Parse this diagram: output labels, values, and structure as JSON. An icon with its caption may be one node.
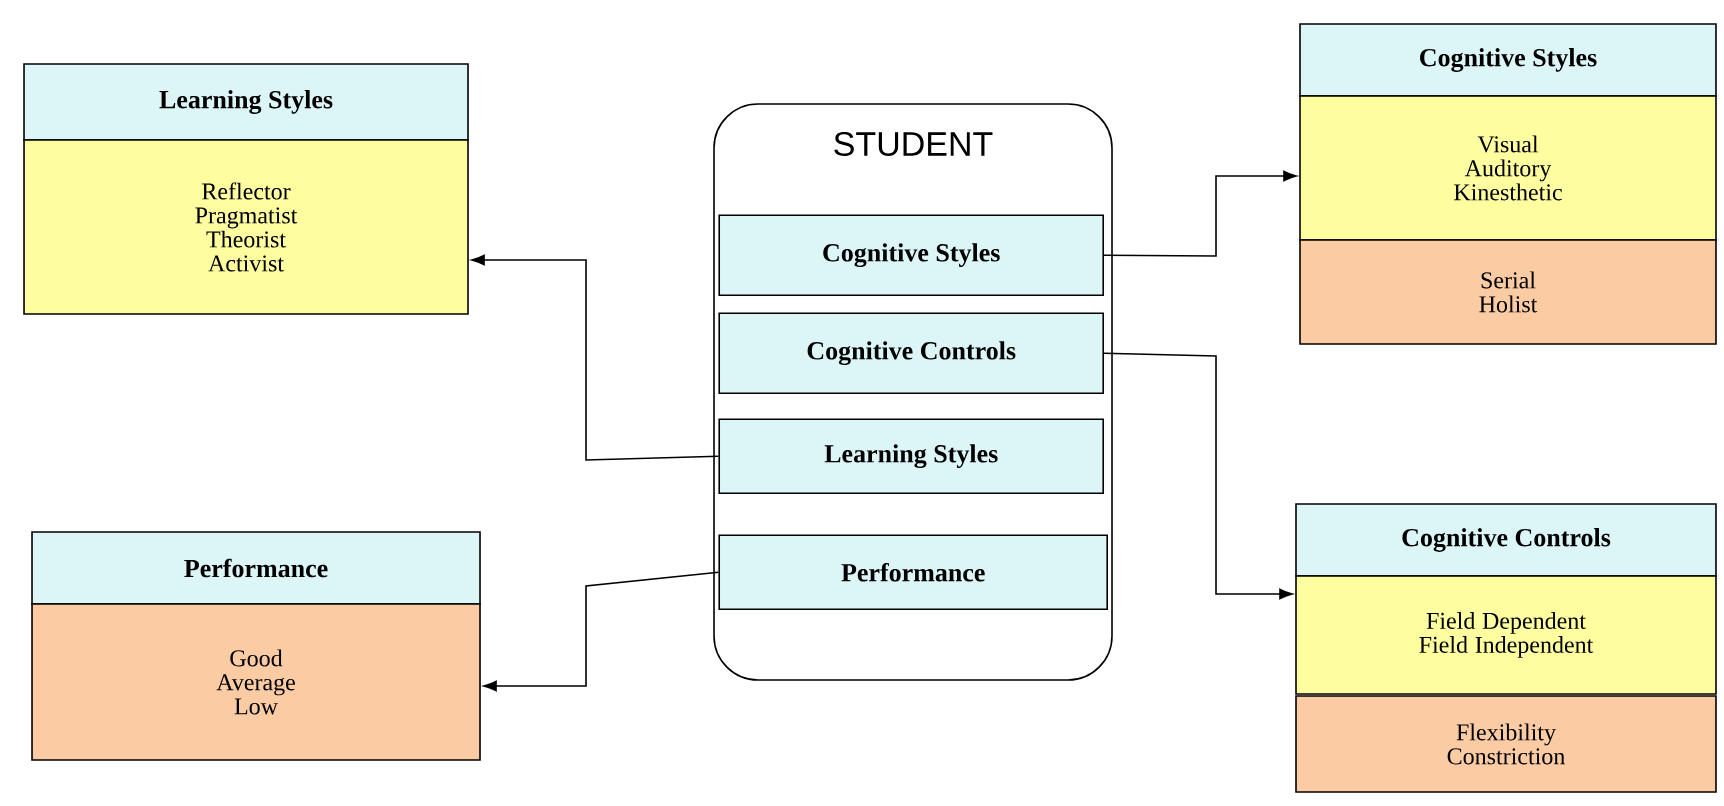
{
  "diagram": {
    "nodes": [
      {
        "text": [
          "Learning Styles"
        ]
      },
      {
        "text": [
          "Reflector Pragmatist Theorist Activist"
        ]
      },
      {
        "text": [
          "Performance"
        ]
      },
      {
        "text": [
          "Good Average Low"
        ]
      },
      {
        "text": [
          "STUDENT"
        ]
      },
      {
        "text": [
          "Cognitive Styles"
        ],
        "in": 4
      },
      {
        "text": [
          "Cognitive Controls"
        ],
        "in": 4
      },
      {
        "text": [
          "Learning Styles"
        ],
        "in": 4
      },
      {
        "text": [
          "Performance"
        ],
        "in": 4
      },
      {
        "text": [
          "Cognitive Styles"
        ]
      },
      {
        "text": [
          "Visual Auditory Kinesthetic"
        ]
      },
      {
        "text": [
          "Serial Holist"
        ]
      },
      {
        "text": [
          "Cognitive Controls"
        ]
      },
      {
        "text": [
          "Field Dependent Field Independent"
        ]
      },
      {
        "text": [
          "Flexibility Constriction"
        ]
      }
    ],
    "edges": [
      {
        "from": 7,
        "to": 1,
        "arrow": "to"
      },
      {
        "from": 8,
        "to": 3,
        "arrow": "to"
      },
      {
        "from": 5,
        "to": 10,
        "arrow": "to"
      },
      {
        "from": 6,
        "to": 13,
        "arrow": "to"
      }
    ]
  }
}
